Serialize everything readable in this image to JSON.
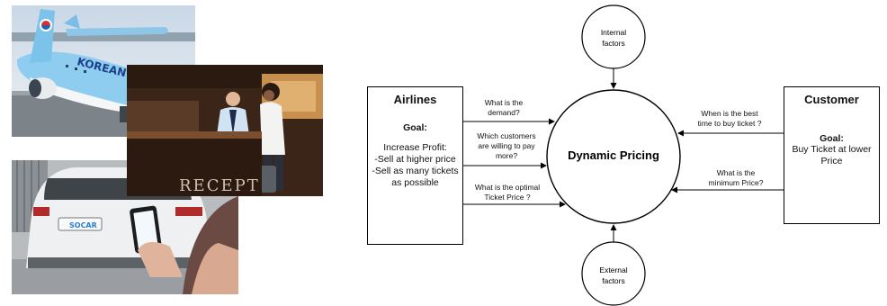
{
  "photos": {
    "airplane_livery": "KOREAN AIR",
    "reception_sign": "RECEPT",
    "car_plate": "SOCAR"
  },
  "diagram": {
    "center": "Dynamic Pricing",
    "internal": [
      "Internal",
      "factors"
    ],
    "external": [
      "External",
      "factors"
    ],
    "airlines": {
      "title": "Airlines",
      "goal_label": "Goal:",
      "goal_heading": "Increase Profit:",
      "goal_items": [
        "-Sell at higher price",
        "-Sell as many tickets",
        "as possible"
      ]
    },
    "customer": {
      "title": "Customer",
      "goal_label": "Goal:",
      "goal_lines": [
        "Buy Ticket at lower",
        "Price"
      ]
    },
    "questions": {
      "demand": [
        "What is the",
        "demand?"
      ],
      "willing": [
        "Which customers",
        "are willing to pay",
        "more?"
      ],
      "optimal": [
        "What is the optimal",
        "Ticket Price ?"
      ],
      "best_time": [
        "When is the best",
        "time to buy ticket ?"
      ],
      "minimum": [
        "What is the",
        "minimum Price?"
      ]
    }
  }
}
